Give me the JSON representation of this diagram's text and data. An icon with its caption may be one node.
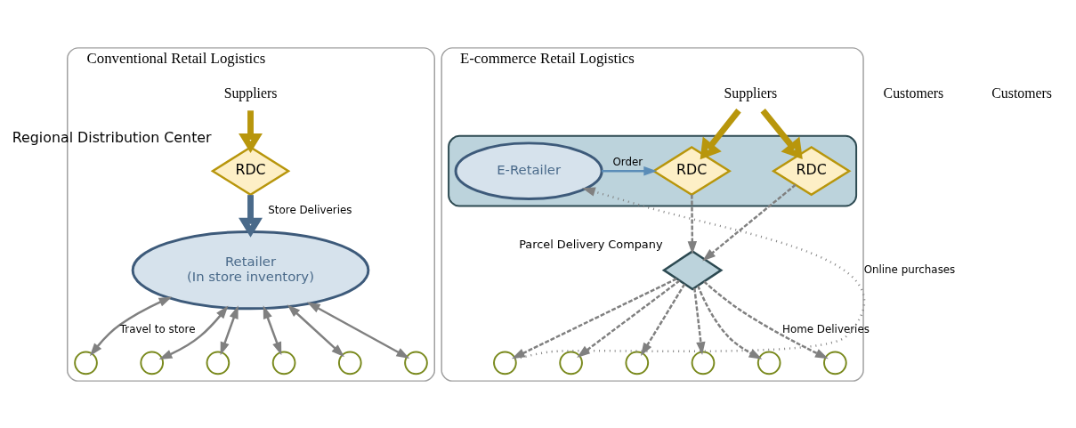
{
  "diagram": {
    "nodes": [
      {
        "text": [
          "Conventional Retail Logistics"
        ]
      },
      {
        "text": [
          "Suppliers"
        ],
        "in": 0
      },
      {
        "text": [
          "RDC"
        ],
        "beside": [
          "Regional Distribution Center"
        ],
        "in": 0
      },
      {
        "text": [
          "Retailer",
          "(In store inventory)"
        ],
        "in": 0
      },
      {
        "text": [],
        "shape": "circle",
        "in": 0
      },
      {
        "text": [],
        "shape": "circle",
        "in": 0
      },
      {
        "text": [],
        "shape": "circle",
        "in": 0
      },
      {
        "text": [],
        "shape": "circle",
        "in": 0
      },
      {
        "text": [],
        "shape": "circle",
        "in": 0
      },
      {
        "text": [],
        "shape": "circle",
        "in": 0
      },
      {
        "text": [
          "E-commerce Retail Logistics"
        ]
      },
      {
        "text": [
          "Suppliers"
        ],
        "in": 10
      },
      {
        "text": [],
        "shape": "box",
        "in": 10
      },
      {
        "text": [
          "E-Retailer"
        ],
        "in": 12
      },
      {
        "text": [
          "RDC"
        ],
        "in": 12
      },
      {
        "text": [
          "RDC"
        ],
        "in": 12
      },
      {
        "text": [],
        "shape": "diamond",
        "beside": [
          "Parcel Delivery Company"
        ],
        "in": 10
      },
      {
        "text": [],
        "shape": "circle",
        "in": 10
      },
      {
        "text": [],
        "shape": "circle",
        "in": 10
      },
      {
        "text": [],
        "shape": "circle",
        "in": 10
      },
      {
        "text": [],
        "shape": "circle",
        "in": 10
      },
      {
        "text": [],
        "shape": "circle",
        "in": 10
      },
      {
        "text": [],
        "shape": "circle",
        "in": 10
      }
    ],
    "edges": [
      {
        "from": 1,
        "to": 2,
        "arrow": "to",
        "style": "thick",
        "color": "#b8960c"
      },
      {
        "from": 2,
        "to": 3,
        "arrow": "to",
        "label": "Store Deliveries",
        "style": "thick",
        "color": "#4a6a8a"
      },
      {
        "from": 3,
        "to": 4,
        "arrow": "both",
        "label": "Travel to store"
      },
      {
        "from": 3,
        "to": 5,
        "arrow": "both"
      },
      {
        "from": 3,
        "to": 6,
        "arrow": "both"
      },
      {
        "from": 3,
        "to": 7,
        "arrow": "both"
      },
      {
        "from": 3,
        "to": 8,
        "arrow": "both"
      },
      {
        "from": 3,
        "to": 9,
        "arrow": "both"
      },
      {
        "from": 11,
        "to": 14,
        "arrow": "to",
        "style": "thick",
        "color": "#b8960c"
      },
      {
        "from": 11,
        "to": 15,
        "arrow": "to",
        "style": "thick",
        "color": "#b8960c"
      },
      {
        "from": 13,
        "to": 14,
        "arrow": "to",
        "label": "Order",
        "color": "#5b8db8"
      },
      {
        "from": 14,
        "to": 16,
        "arrow": "to",
        "style": "dashed"
      },
      {
        "from": 15,
        "to": 16,
        "arrow": "to",
        "style": "dashed"
      },
      {
        "from": 16,
        "to": 17,
        "arrow": "to",
        "style": "dashed"
      },
      {
        "from": 16,
        "to": 18,
        "arrow": "to",
        "style": "dashed"
      },
      {
        "from": 16,
        "to": 19,
        "arrow": "to",
        "style": "dashed"
      },
      {
        "from": 16,
        "to": 20,
        "arrow": "to",
        "style": "dashed"
      },
      {
        "from": 16,
        "to": 21,
        "arrow": "to",
        "style": "dashed"
      },
      {
        "from": 16,
        "to": 22,
        "arrow": "to",
        "style": "dashed",
        "label": "Home Deliveries"
      },
      {
        "from": 17,
        "to": 13,
        "arrow": "to",
        "style": "dashed",
        "label": "Online purchases"
      }
    ],
    "labels": [
      "Customers",
      "Customers"
    ]
  }
}
